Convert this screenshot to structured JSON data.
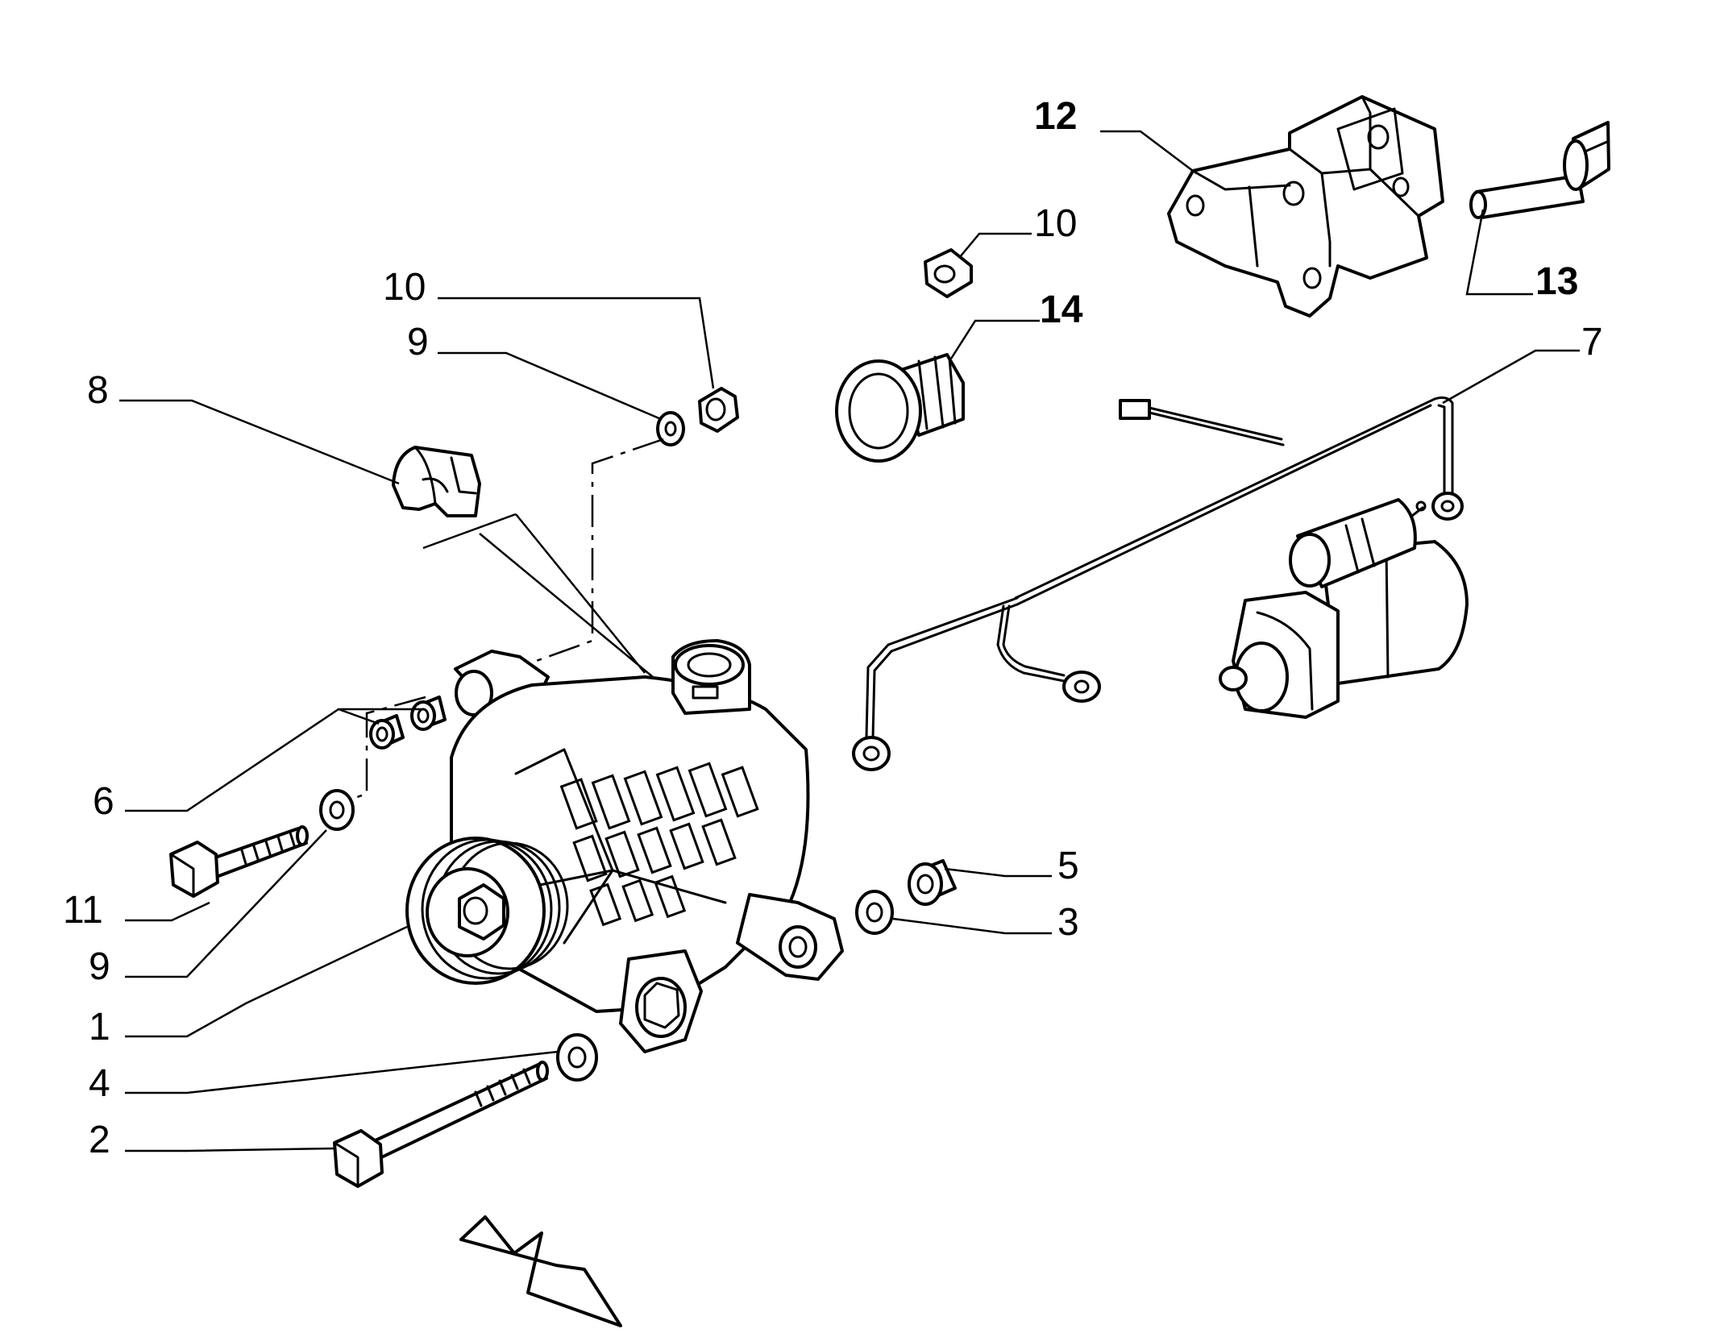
{
  "callouts": {
    "c1": "1",
    "c2": "2",
    "c3": "3",
    "c4": "4",
    "c5": "5",
    "c6": "6",
    "c7": "7",
    "c8": "8",
    "c9a": "9",
    "c9b": "9",
    "c10a": "10",
    "c10b": "10",
    "c11": "11",
    "c12": "12",
    "c13": "13",
    "c14": "14"
  },
  "icons": {
    "direction_arrow": "outline-arrow-down-right-icon"
  }
}
